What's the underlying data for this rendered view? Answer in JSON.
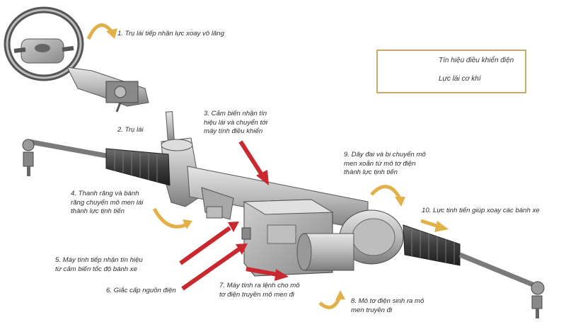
{
  "colors": {
    "electric_signal": "#c8282e",
    "mechanical_force": "#e2b049",
    "legend_border": "#c9a86a",
    "metal": "#9a9a9a"
  },
  "legend": {
    "electric_signal_label": "Tín hiệu điều khiển điện",
    "mechanical_force_label": "Lực lái cơ khí"
  },
  "labels": {
    "l1": "1. Trụ lái tiếp nhận lực xoay vô lăng",
    "l2": "2. Trụ lái",
    "l3": [
      "3. Cảm biến nhận tín",
      "hiệu lái và chuyển tới",
      "máy tính điều khiển"
    ],
    "l4": [
      "4. Thanh răng và bánh",
      "răng chuyển mô men lái",
      "thành lực tịnh tiến"
    ],
    "l5": [
      "5. Máy tính tiếp nhận tín hiệu",
      "từ cảm biến tốc độ bánh xe"
    ],
    "l6": "6. Giắc cấp nguồn điện",
    "l7": [
      "7. Máy tính ra lệnh cho mô",
      "tơ điện truyền mô men đi"
    ],
    "l8": [
      "8. Mô tơ điện sinh ra mô",
      "men truyền đi"
    ],
    "l9": [
      "9. Dây đai và bi chuyển mô",
      "men xoắn từ mô tơ điện",
      "thành lực tịnh tiến"
    ],
    "l10": "10. Lực tịnh tiến giúp xoay các bánh xe"
  }
}
